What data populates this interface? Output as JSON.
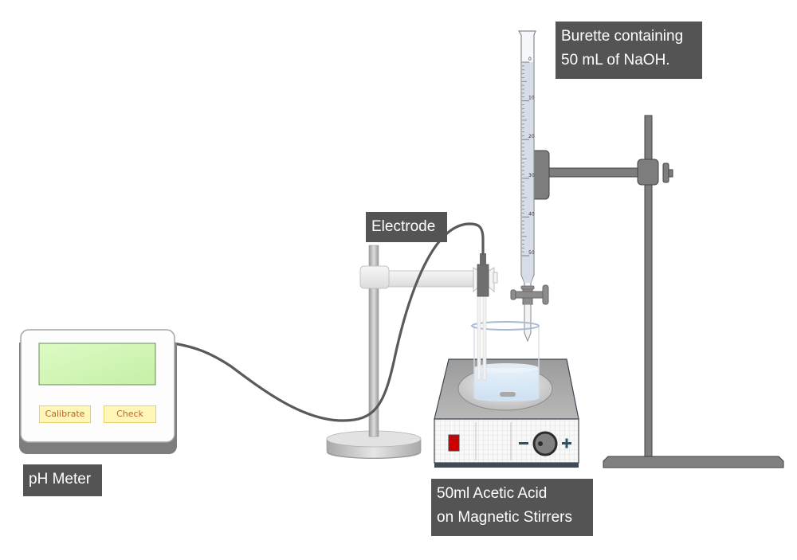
{
  "labels": {
    "burette": "Burette containing\n50 mL of NaOH.",
    "electrode": "Electrode",
    "ph_meter": "pH Meter",
    "acid": "50ml Acetic Acid\non Magnetic Stirrers"
  },
  "ph_meter": {
    "buttons": {
      "calibrate": "Calibrate",
      "check": "Check"
    },
    "display_value": ""
  },
  "burette": {
    "scale_labels": [
      "0",
      "10",
      "20",
      "30",
      "40",
      "50"
    ],
    "volume_ml": 50,
    "liquid": "NaOH"
  },
  "stirrer": {
    "minus_symbol": "−",
    "plus_symbol": "+"
  },
  "colors": {
    "label_bg": "#545454",
    "display_green": "#d4f7b8",
    "button_bg": "#fff6b8",
    "button_text": "#c0632a",
    "stand_gray": "#7a7a7a",
    "cable": "#585858",
    "switch_red": "#cc0000",
    "solution_blue": "#dbe9f6"
  }
}
